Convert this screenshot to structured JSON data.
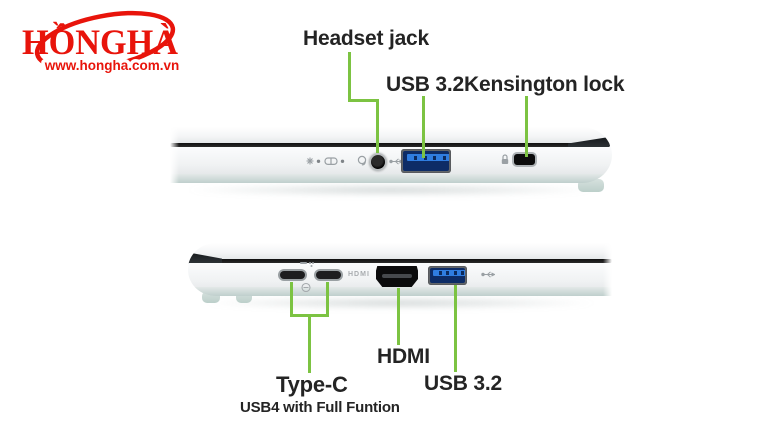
{
  "logo": {
    "brand_text": "HỒNGHÀ",
    "website": "www.hongha.com.vn",
    "color": "#e8140b"
  },
  "colors": {
    "annotation_green": "#7cc342",
    "label_text": "#242424",
    "usb_port_blue": "#2f7de0",
    "chassis_light": "#f4f5f6",
    "lid_gap_dark": "#141414",
    "reflection_teal": "#bfcfcc"
  },
  "top_view": {
    "headset_label": "Headset jack",
    "usb_label": "USB 3.2",
    "kensington_label": "Kensington lock",
    "icons": [
      "power-indicator-icon",
      "battery-indicator-icon",
      "headset-icon",
      "usb-icon",
      "kensington-lock-icon"
    ]
  },
  "bottom_view": {
    "typec_label": "Type-C",
    "typec_sublabel": "USB4 with Full Funtion",
    "hdmi_label": "HDMI",
    "usb_label": "USB 3.2",
    "embossed_hdmi": "HDMI",
    "icons": [
      "usb-icon"
    ]
  }
}
